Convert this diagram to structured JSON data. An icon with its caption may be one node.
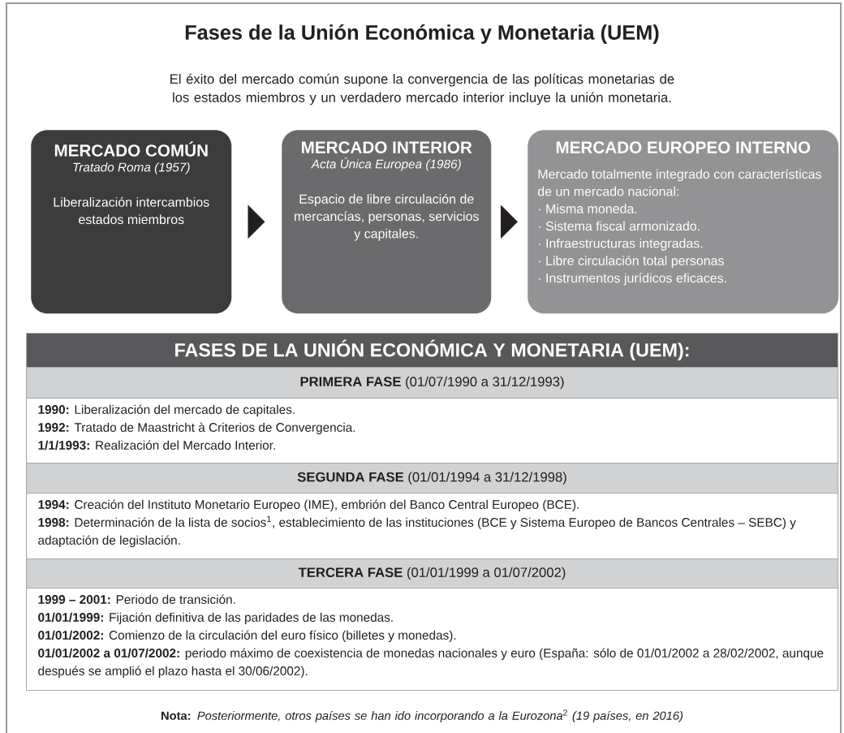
{
  "diagram": {
    "title": "Fases de la Unión Económica y Monetaria (UEM)",
    "nodes": [
      {
        "text": [
          "MERCADO COMÚN",
          "Tratado Roma (1957)",
          "Liberalización intercambios estados miembros"
        ]
      },
      {
        "text": [
          "MERCADO INTERIOR",
          "Acta Única Europea (1986)",
          "Espacio  de libre circulación de mercancías, personas, servicios y capitales."
        ]
      },
      {
        "text": [
          "MERCADO EUROPEO INTERNO",
          "Mercado totalmente integrado con características de un mercado nacional:",
          "· Misma moneda.",
          "· Sistema fiscal armonizado.",
          "· Infraestructuras integradas.",
          "· Libre circulación total personas",
          "· Instrumentos jurídicos eficaces."
        ]
      },
      {
        "text": [
          "FASES DE LA UNIÓN ECONÓMICA Y MONETARIA (UEM):"
        ]
      },
      {
        "text": [
          "**PRIMERA FASE** (01/07/1990 a 31/12/1993)"
        ],
        "in": 3
      },
      {
        "text": [
          "**1990:** Liberalización del mercado de capitales.",
          "**1992:** Tratado de Maastricht à Criterios de Convergencia.",
          "**1/1/1993:** Realización del Mercado Interior."
        ],
        "in": 3
      },
      {
        "text": [
          "**SEGUNDA FASE** (01/01/1994 a 31/12/1998)"
        ],
        "in": 3
      },
      {
        "text": [
          "**1994:** Creación del Instituto Monetario Europeo (IME), embrión del Banco Central Europeo (BCE).",
          "**1998:** Determinación de la lista de socios$^{1}$, establecimiento de las instituciones (BCE y Sistema Europeo de Bancos Centrales – SEBC) y adaptación de legislación."
        ],
        "in": 3
      },
      {
        "text": [
          "**TERCERA FASE** (01/01/1999 a 01/07/2002)"
        ],
        "in": 3
      },
      {
        "text": [
          "**1999 – 2001:** Periodo de transición.",
          "**01/01/1999:** Fijación definitiva de las paridades de las monedas.",
          "**01/01/2002:** Comienzo de la circulación del euro físico (billetes y monedas).",
          "**01/01/2002 a 01/07/2002:** periodo máximo de coexistencia de monedas nacionales y euro (España: sólo de 01/01/2002 a 28/02/2002, aunque después se amplió el plazo hasta el 30/06/2002)."
        ],
        "in": 3
      }
    ],
    "edges": [
      {
        "from": 0,
        "to": 1,
        "arrow": "to"
      },
      {
        "from": 1,
        "to": 2,
        "arrow": "to"
      }
    ],
    "labels": [
      "El éxito del mercado común supone la convergencia de las políticas monetarias de los estados miembros y un verdadero mercado interior incluye la unión monetaria.",
      "**Nota:** *Posteriormente, otros países se han ido incorporando a la Eurozona*$^{2}$ *(19 países, en 2016)*"
    ]
  }
}
